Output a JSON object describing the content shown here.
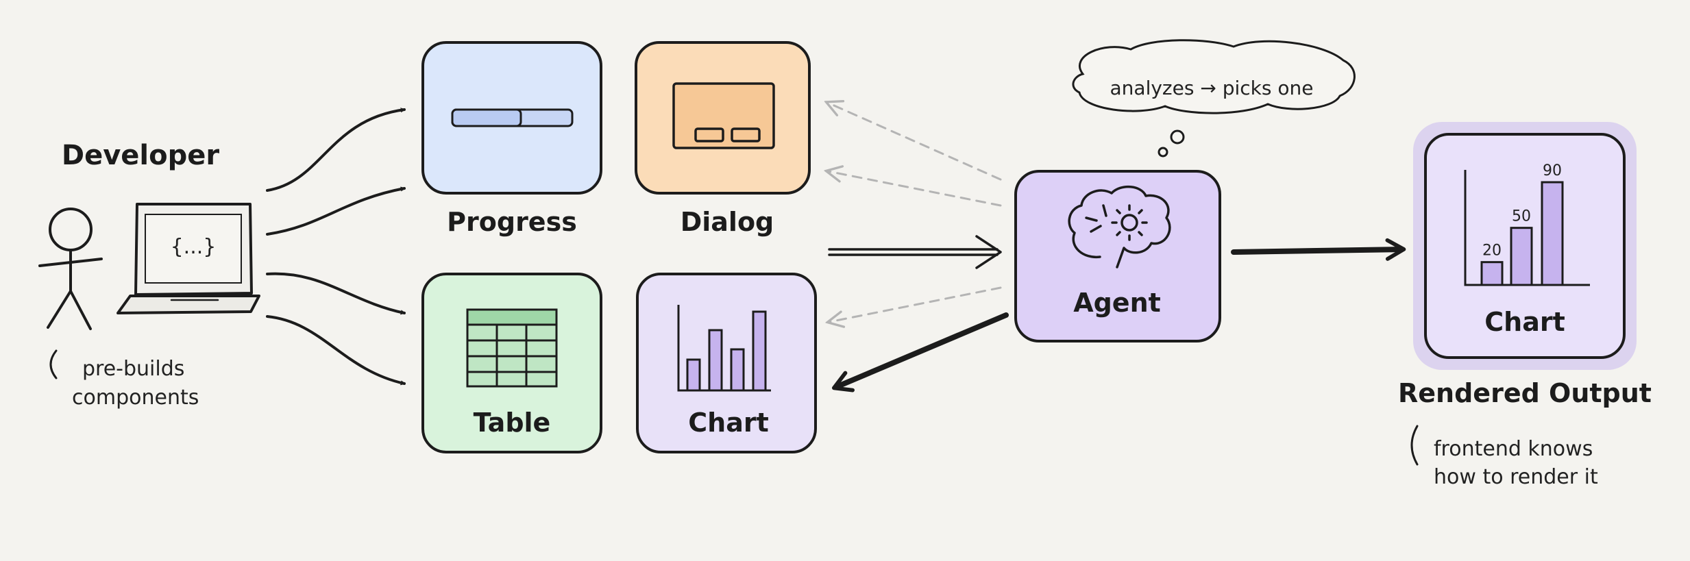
{
  "developer": {
    "title": "Developer",
    "laptop_code": "{...}",
    "note_lines": [
      "pre-builds",
      "components"
    ]
  },
  "components": {
    "progress": {
      "label": "Progress",
      "color": "#dbe7fb"
    },
    "dialog": {
      "label": "Dialog",
      "color": "#fbdcb8"
    },
    "table": {
      "label": "Table",
      "color": "#d9f3dc"
    },
    "chart": {
      "label": "Chart",
      "color": "#e8e1f8"
    }
  },
  "agent": {
    "label": "Agent",
    "thought": "analyzes → picks one",
    "color": "#ddd0f7"
  },
  "output": {
    "box_label": "Chart",
    "title": "Rendered Output",
    "bar_labels": [
      "20",
      "50",
      "90"
    ],
    "bar_values": [
      20,
      50,
      90
    ],
    "note_lines": [
      "frontend knows",
      "how to render it"
    ],
    "color": "#e9e1fa",
    "glow_color": "#c9b8ef"
  },
  "colors": {
    "ink": "#1c1c1c",
    "dashed_arrow": "#b4b4b4",
    "bar_fill": "#c6b3ee"
  }
}
